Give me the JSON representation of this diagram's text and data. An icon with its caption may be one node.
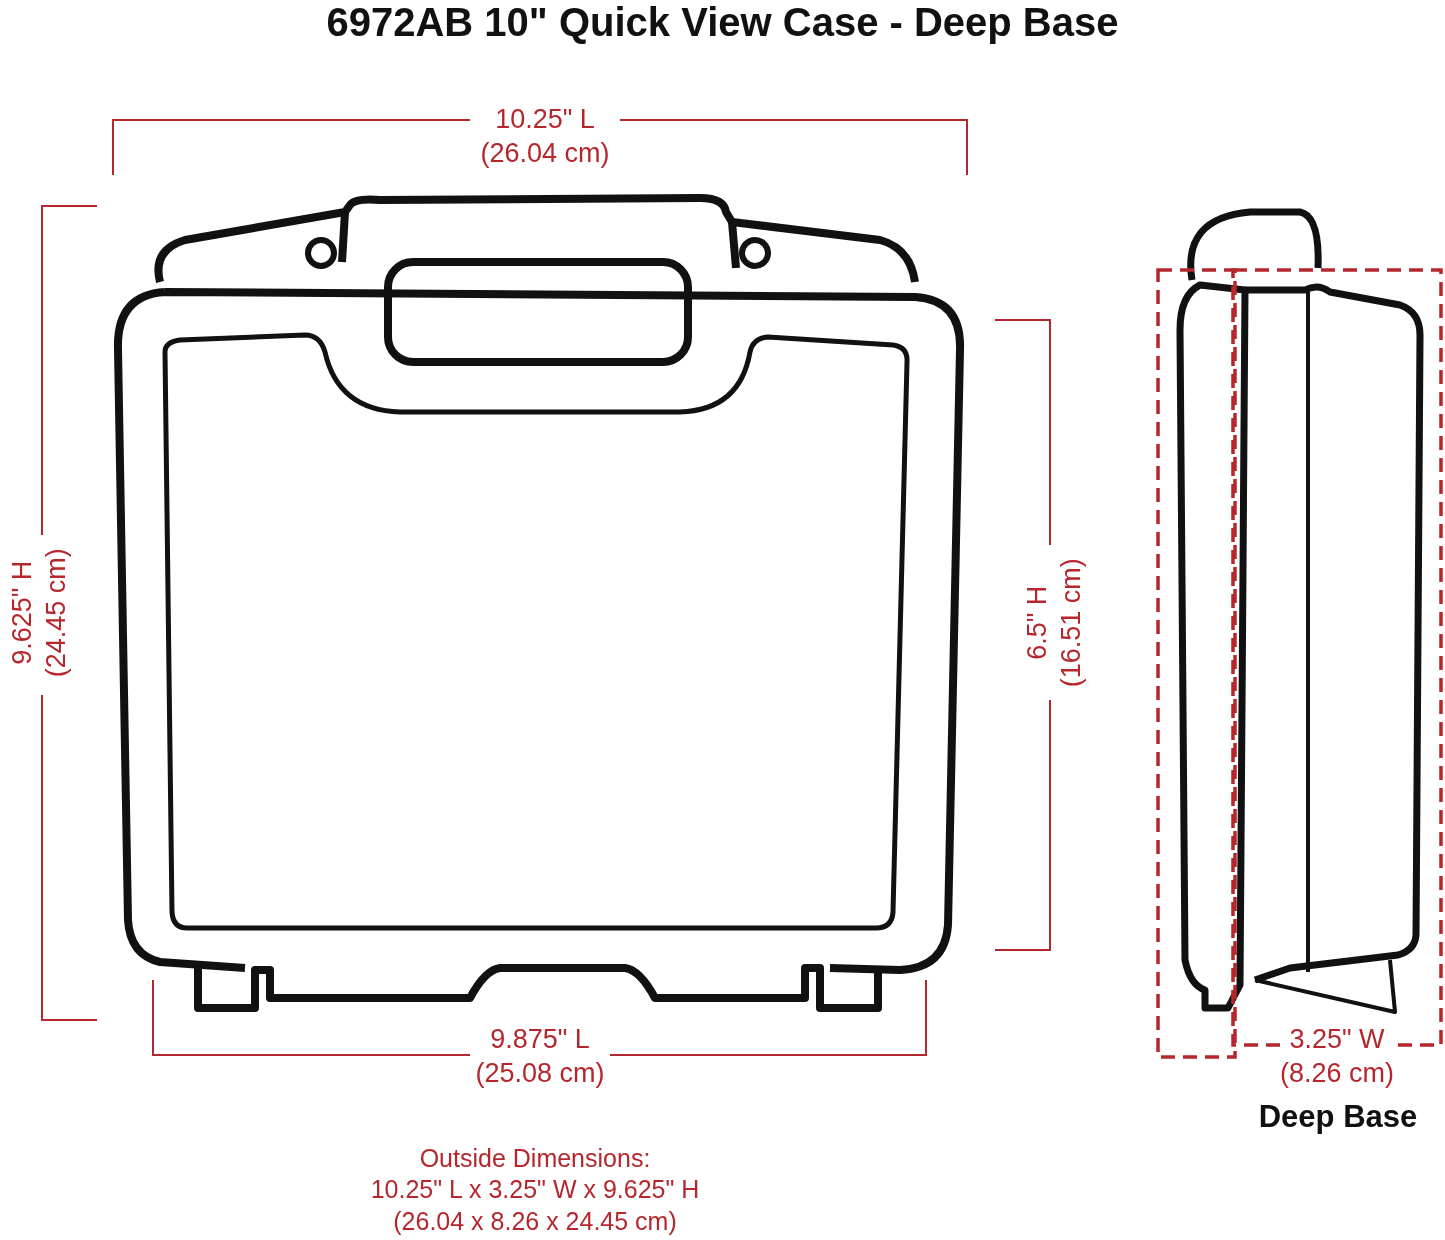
{
  "diagram": {
    "title": "6972AB 10\" Quick View Case - Deep Base",
    "labels": [
      "10.25\" L (26.04 cm)",
      "9.625\" H (24.45 cm)",
      "6.5\" H (16.51 cm)",
      "9.875\" L (25.08 cm)",
      "3.25\" W (8.26 cm)",
      "Deep Base",
      "Outside Dimensions: 10.25\" L x 3.25\" W x 9.625\" H (26.04 x 8.26 x 24.45 cm)"
    ]
  }
}
